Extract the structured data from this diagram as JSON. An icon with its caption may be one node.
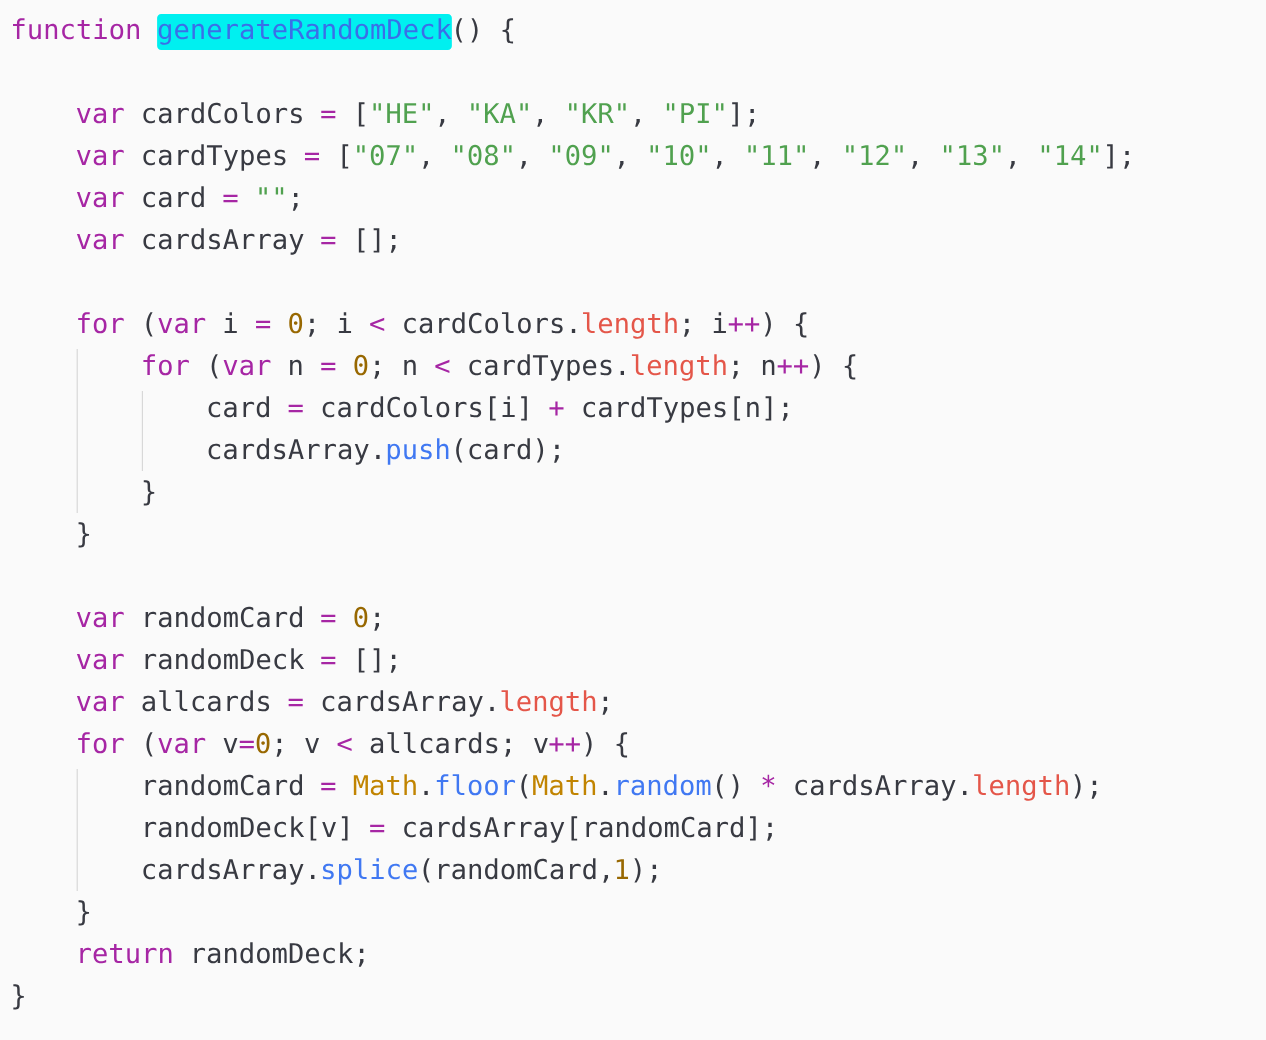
{
  "diagram": {
    "labels": [
      "function",
      "generateRandomDeck",
      "() {",
      "var",
      "cardColors",
      "=",
      "[",
      "\"HE\"",
      ",",
      "\"KA\"",
      ",",
      "\"KR\"",
      ",",
      "\"PI\"",
      "];",
      "var",
      "cardTypes",
      "=",
      "[",
      "\"07\"",
      ",",
      "\"08\"",
      ",",
      "\"09\"",
      ",",
      "\"10\"",
      ",",
      "\"11\"",
      ",",
      "\"12\"",
      ",",
      "\"13\"",
      ",",
      "\"14\"",
      "];",
      "var",
      "card",
      "=",
      "\"\"",
      ";",
      "var",
      "cardsArray",
      "=",
      "[];",
      "for",
      "(",
      "var",
      "i",
      "=",
      "0",
      "; i",
      "<",
      "cardColors.",
      "length",
      "; i",
      "++",
      ") {",
      "for",
      "(",
      "var",
      "n",
      "=",
      "0",
      "; n",
      "<",
      "cardTypes.",
      "length",
      "; n",
      "++",
      ") {",
      "card",
      "=",
      "cardColors[i]",
      "+",
      "cardTypes[n];",
      "cardsArray.",
      "push",
      "(card);",
      "}",
      "}",
      "var",
      "randomCard",
      "=",
      "0",
      ";",
      "var",
      "randomDeck",
      "=",
      "[];",
      "var",
      "allcards",
      "=",
      "cardsArray.",
      "length",
      ";",
      "for",
      "(",
      "var",
      "v",
      "=",
      "0",
      "; v",
      "<",
      "allcards; v",
      "++",
      ") {",
      "randomCard",
      "=",
      "Math",
      ".",
      "floor",
      "(",
      "Math",
      ".",
      "random",
      "()",
      "*",
      "cardsArray.",
      "length",
      ");",
      "randomDeck[v]",
      "=",
      "cardsArray[randomCard];",
      "cardsArray.",
      "splice",
      "(randomCard,",
      "1",
      ");",
      "}",
      "return",
      "randomDeck;",
      "}"
    ]
  }
}
